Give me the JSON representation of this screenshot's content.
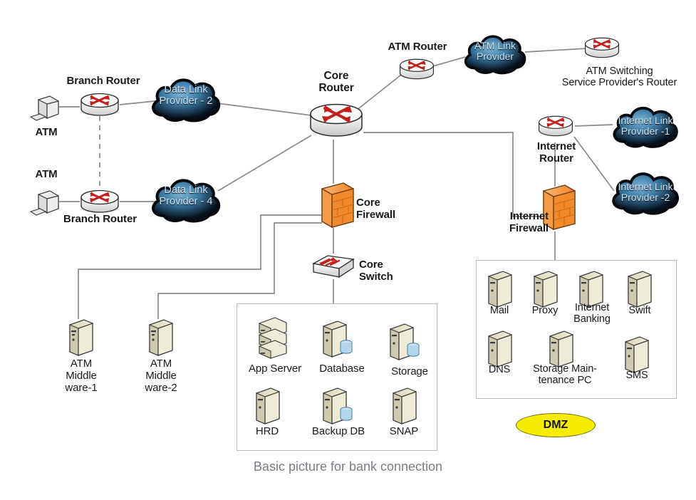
{
  "caption": "Basic picture for bank connection",
  "colors": {
    "wire": "#8a8a8a",
    "cloud_dark": "#0a0f14",
    "cloud_light": "#4f8fbd",
    "cloud_text": "#cfe3f2",
    "firewall_orange": "#f08a2c",
    "router_red": "#c4201b",
    "server_beige": "#e4dfc6",
    "dmz_yellow": "#f5ec00",
    "group_border": "#b9b9b9",
    "caption_gray": "#7a7f85",
    "label_black": "#1a1a1a"
  },
  "nodes": {
    "atm_top": {
      "label": "ATM",
      "icon": "workstation-icon"
    },
    "atm_bottom": {
      "label": "ATM",
      "icon": "workstation-icon"
    },
    "branch_router_top": {
      "label": "Branch Router",
      "icon": "router-icon"
    },
    "branch_router_bottom": {
      "label": "Branch Router",
      "icon": "router-icon"
    },
    "data_link_provider_2": {
      "label": "Data Link\nProvider - 2",
      "icon": "cloud-icon"
    },
    "data_link_provider_4": {
      "label": "Data Link\nProvider - 4",
      "icon": "cloud-icon"
    },
    "core_router": {
      "label": "Core\nRouter",
      "icon": "router-icon"
    },
    "atm_router": {
      "label": "ATM Router",
      "icon": "router-icon"
    },
    "atm_link_provider": {
      "label": "ATM Link\nProvider",
      "icon": "cloud-icon"
    },
    "atm_switching_router": {
      "label": "ATM Switching\nService Provider's Router",
      "icon": "router-icon"
    },
    "internet_router": {
      "label": "Internet\nRouter",
      "icon": "router-icon"
    },
    "internet_link_provider_1": {
      "label": "Internet Link\nProvider -1",
      "icon": "cloud-icon"
    },
    "internet_link_provider_2": {
      "label": "Internet Link\nProvider -2",
      "icon": "cloud-icon"
    },
    "core_firewall": {
      "label": "Core\nFirewall",
      "icon": "firewall-icon"
    },
    "internet_firewall": {
      "label": "Internet\nFirewall",
      "icon": "firewall-icon"
    },
    "core_switch": {
      "label": "Core\nSwitch",
      "icon": "switch-icon"
    },
    "atm_middleware_1": {
      "label": "ATM\nMiddle\nware-1",
      "icon": "server-icon"
    },
    "atm_middleware_2": {
      "label": "ATM\nMiddle\nware-2",
      "icon": "server-icon"
    },
    "dmz_badge": {
      "label": "DMZ"
    }
  },
  "core_servers": [
    {
      "label": "App Server",
      "icon": "server-rack-icon"
    },
    {
      "label": "Database",
      "icon": "database-server-icon"
    },
    {
      "label": "Storage",
      "icon": "database-server-icon"
    },
    {
      "label": "HRD",
      "icon": "server-icon"
    },
    {
      "label": "Backup DB",
      "icon": "database-server-icon"
    },
    {
      "label": "SNAP",
      "icon": "server-icon"
    }
  ],
  "dmz_servers": [
    {
      "label": "Mail",
      "icon": "server-icon"
    },
    {
      "label": "Proxy",
      "icon": "server-icon"
    },
    {
      "label": "Internet\nBanking",
      "icon": "server-icon"
    },
    {
      "label": "Swift",
      "icon": "server-icon"
    },
    {
      "label": "DNS",
      "icon": "server-icon"
    },
    {
      "label": "Storage Main-\ntenance PC",
      "icon": "server-icon"
    },
    {
      "label": "SMS",
      "icon": "server-icon"
    }
  ]
}
